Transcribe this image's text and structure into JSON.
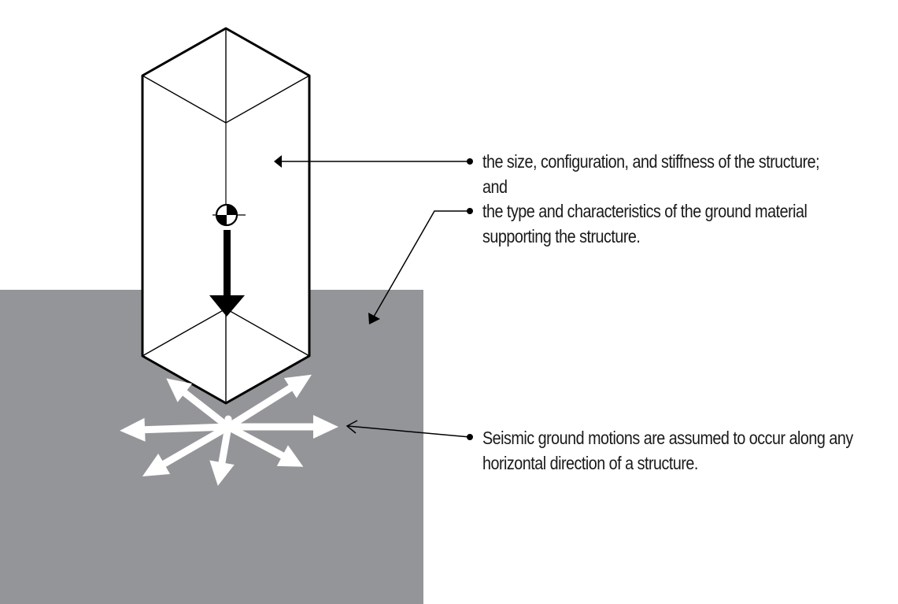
{
  "annotations": {
    "structure": {
      "line1": "the size, configuration, and stiffness of the structure;",
      "line2": "and"
    },
    "ground": {
      "line1": "the type and characteristics of the ground material",
      "line2": "supporting the structure."
    },
    "seismic": {
      "line1": "Seismic ground motions are assumed to occur along any",
      "line2": "horizontal direction of a structure."
    }
  },
  "colors": {
    "ground": "#939598",
    "ink": "#000000",
    "text": "#1a1a1a",
    "motion_arrows": "#ffffff"
  },
  "icons": [
    "center-of-mass-symbol",
    "gravity-load-arrow",
    "seismic-direction-arrows"
  ]
}
